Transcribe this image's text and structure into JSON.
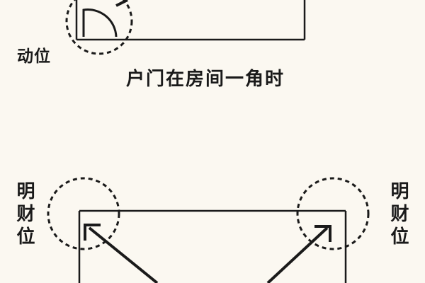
{
  "diagram1": {
    "label_movement": "动位",
    "caption": "户门在房间一角时"
  },
  "diagram2": {
    "label_left": "明财位",
    "label_right": "明财位"
  },
  "colors": {
    "ink": "#1a1a1a",
    "background": "#fbf8f1"
  }
}
